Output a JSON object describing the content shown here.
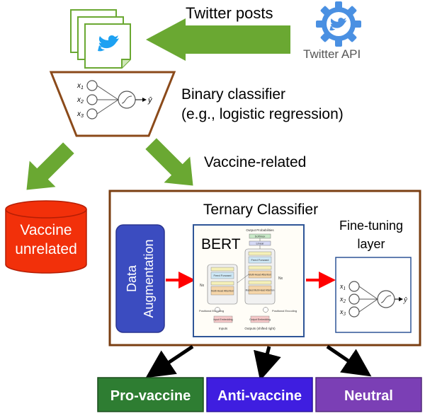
{
  "labels": {
    "twitter_posts": "Twitter posts",
    "twitter_api": "Twitter API",
    "binary_classifier_line1": "Binary classifier",
    "binary_classifier_line2": "(e.g., logistic regression)",
    "vaccine_related": "Vaccine-related",
    "vaccine_unrelated_line1": "Vaccine",
    "vaccine_unrelated_line2": "unrelated",
    "ternary_classifier": "Ternary Classifier",
    "data_augmentation_line1": "Data",
    "data_augmentation_line2": "Augmentation",
    "bert": "BERT",
    "fine_tuning_line1": "Fine-tuning",
    "fine_tuning_line2": "layer"
  },
  "neuron_labels": {
    "x1": "x",
    "x1_sub": "1",
    "x2": "x",
    "x2_sub": "2",
    "x3": "x",
    "x3_sub": "3",
    "yhat": "ŷ"
  },
  "bert_detail": {
    "output_probabilities": "Output Probabilities",
    "softmax": "Softmax",
    "linear": "Linear",
    "add_norm": "Add & Norm",
    "feed_forward": "Feed Forward",
    "multi_head_attention": "Multi-Head Attention",
    "masked_multi_head_attention": "Masked Multi-Head Attention",
    "nx": "Nx",
    "positional_encoding": "Positional Encoding",
    "input_embedding": "Input Embedding",
    "output_embedding": "Output Embedding",
    "inputs": "Inputs",
    "outputs": "Outputs (shifted right)"
  },
  "outputs": [
    {
      "label": "Pro-vaccine",
      "color": "#2e7d32"
    },
    {
      "label": "Anti-vaccine",
      "color": "#3f1ee0"
    },
    {
      "label": "Neutral",
      "color": "#7b3fb5"
    }
  ],
  "colors": {
    "green_arrow": "#6aa832",
    "funnel_border": "#8b4a1a",
    "ternary_border": "#7a3e12",
    "unrelated_fill": "#f2300a",
    "augmentation_fill": "#3b4cc0",
    "twitter_blue": "#1da1f2",
    "twitter_gear": "#4a90e2",
    "red_arrow": "#ff0000",
    "bert_border": "#2f5597"
  },
  "icons": {
    "twitter_posts_icon": "stacked-documents-with-twitter-bird",
    "twitter_api_icon": "gear-with-twitter-bird"
  }
}
